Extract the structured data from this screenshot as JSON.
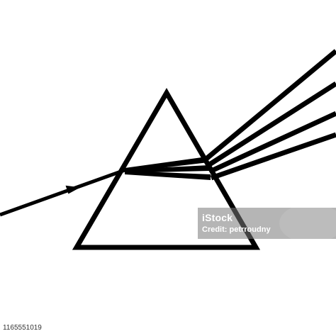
{
  "diagram": {
    "stroke_color": "#000000",
    "background_color": "#ffffff"
  },
  "watermark": {
    "logo_text": "iStock",
    "credit_text": "Credit: petrroudny"
  },
  "footer": {
    "image_id": "1165551019"
  }
}
